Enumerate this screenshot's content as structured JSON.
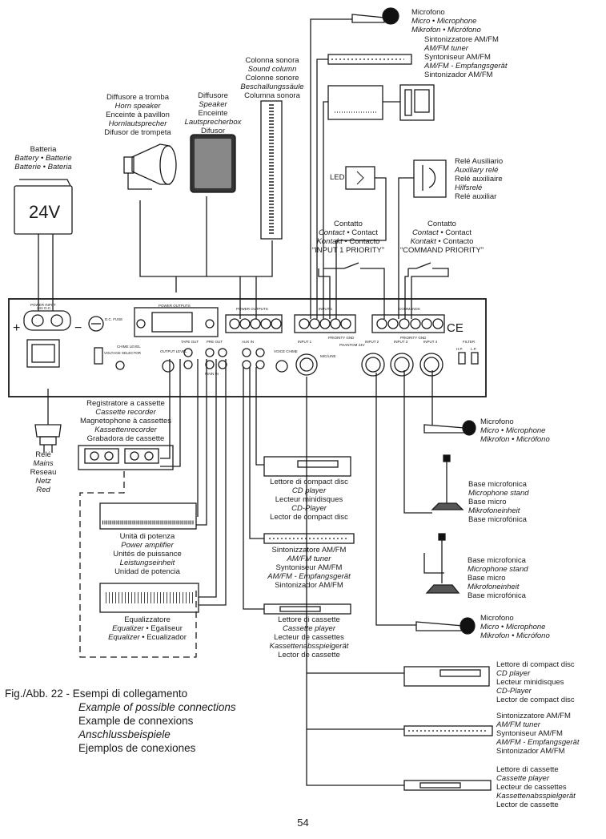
{
  "labels": {
    "mic1": {
      "l1": "Microfono",
      "l2": "Micro • Microphone",
      "l3": "Mikrofon • Micrófono"
    },
    "tuner1": {
      "l1": "Sintonizzatore AM/FM",
      "l2": "AM/FM tuner",
      "l3": "Syntoniseur AM/FM",
      "l4": "AM/FM - Empfangsgerät",
      "l5": "Sintonizador AM/FM"
    },
    "column": {
      "l1": "Colonna sonora",
      "l2": "Sound column",
      "l3": "Colonne sonore",
      "l4": "Beschallungssäule",
      "l5": "Columna sonora"
    },
    "horn": {
      "l1": "Diffusore a tromba",
      "l2": "Horn speaker",
      "l3": "Enceinte à pavillon",
      "l4": "Hornlautsprecher",
      "l5": "Difusor de trompeta"
    },
    "diffusore": {
      "l1": "Diffusore",
      "l2": "Speaker",
      "l3": "Enceinte",
      "l4": "Lautsprecherbox",
      "l5": "Difusor"
    },
    "battery": {
      "l1": "Batteria",
      "l2": "Battery • Batterie",
      "l3": "Batterie • Bateria",
      "voltage": "24V"
    },
    "led": {
      "l1": "LED"
    },
    "relay": {
      "l1": "Relé Ausiliario",
      "l2": "Auxiliary relé",
      "l3": "Relé auxiliaire",
      "l4": "Hilfsrelé",
      "l5": "Relé auxiliar"
    },
    "contact1": {
      "l1": "Contatto",
      "l2a": "Contact",
      "l2b": " • Contact",
      "l3a": "Kontakt",
      "l3b": " • Contacto",
      "l4": "“INPUT 1 PRIORITY”"
    },
    "contact2": {
      "l1": "Contatto",
      "l2a": "Contact",
      "l2b": " • Contact",
      "l3a": "Kontakt",
      "l3b": " • Contacto",
      "l4": "“COMMAND PRIORITY”"
    },
    "cassrec": {
      "l1": "Registratore a cassette",
      "l2": "Cassette recorder",
      "l3": "Magnetophone à cassettes",
      "l4": "Kassettenrecorder",
      "l5": "Grabadora de cassette"
    },
    "mains": {
      "l1": "Relé",
      "l2": "Mains",
      "l3": "Reseau",
      "l4": "Netz",
      "l5": "Red"
    },
    "poweramp": {
      "l1": "Unità di potenza",
      "l2": "Power amplifier",
      "l3": "Unités de puissance",
      "l4": "Leistungseinheit",
      "l5": "Unidad de potencia"
    },
    "equalizer": {
      "l1": "Equalizzatore",
      "l2a": "Equalizer",
      "l2b": " • Egaliseur",
      "l3a": "Equalizer",
      "l3b": " • Ecualizador"
    },
    "cd1": {
      "l1": "Lettore di compact disc",
      "l2": "CD player",
      "l3": "Lecteur minidisques",
      "l4": "CD-Player",
      "l5": "Lector de compact disc"
    },
    "tuner2": {
      "l1": "Sintonizzatore AM/FM",
      "l2": "AM/FM tuner",
      "l3": "Syntoniseur AM/FM",
      "l4": "AM/FM - Empfangsgerät",
      "l5": "Sintonizador AM/FM"
    },
    "cass1": {
      "l1": "Lettore di cassette",
      "l2": "Cassette player",
      "l3": "Lecteur de cassettes",
      "l4": "Kassettenabsspielgerät",
      "l5": "Lector de cassette"
    },
    "mic2": {
      "l1": "Microfono",
      "l2": "Micro • Microphone",
      "l3": "Mikrofon • Micrófono"
    },
    "base1": {
      "l1": "Base microfonica",
      "l2": "Microphone stand",
      "l3": "Base micro",
      "l4": "Mikrofoneinheit",
      "l5": "Base microfónica"
    },
    "base2": {
      "l1": "Base microfonica",
      "l2": "Microphone stand",
      "l3": "Base micro",
      "l4": "Mikrofoneinheit",
      "l5": "Base microfónica"
    },
    "mic3": {
      "l1": "Microfono",
      "l2": "Micro • Microphone",
      "l3": "Mikrofon • Micrófono"
    },
    "cd2": {
      "l1": "Lettore di compact disc",
      "l2": "CD player",
      "l3": "Lecteur minidisques",
      "l4": "CD-Player",
      "l5": "Lector de compact disc"
    },
    "tuner3": {
      "l1": "Sintonizzatore AM/FM",
      "l2": "AM/FM tuner",
      "l3": "Syntoniseur AM/FM",
      "l4": "AM/FM - Empfangsgerät",
      "l5": "Sintonizador AM/FM"
    },
    "cass2": {
      "l1": "Lettore di cassette",
      "l2": "Cassette player",
      "l3": "Lecteur de cassettes",
      "l4": "Kassettenabsspielgerät",
      "l5": "Lector de cassette"
    }
  },
  "panel": {
    "power_input": "POWER INPUT",
    "power_input_sub": "24V D.C.",
    "dc_fuse": "D.C. FUSE",
    "power_outputs": "POWER OUTPUTS",
    "tape_out": "TAPE OUT",
    "output_level": "OUTPUT LEVEL",
    "chime_level": "CHIME LEVEL",
    "voltage_selector": "VOLTAGE SELECTOR",
    "pre_out": "PRE OUT",
    "main_in": "MAIN IN",
    "aux_in": "AUX IN",
    "input1": "INPUT 1",
    "mic_line": "MIC/LINE",
    "phantom": "PHANTOM 24V",
    "voice_chime": "VOICE CHIME",
    "input2": "INPUT 2",
    "input3": "INPUT 3",
    "input4": "INPUT 4",
    "filter": "FILTER",
    "hp": "H.P.",
    "lp": "L.P.",
    "commands": "COMMANDS",
    "priority_gnd": "PRIORITY GND",
    "plus": "+",
    "minus": "−",
    "ce": "CE"
  },
  "caption": {
    "prefix": "Fig./Abb. 22 - ",
    "it": "Esempi di collegamento",
    "en": "Example of possible connections",
    "fr": "Example de connexions",
    "de": "Anschlussbeispiele",
    "es": "Ejemplos de conexiones"
  },
  "page_number": "54"
}
